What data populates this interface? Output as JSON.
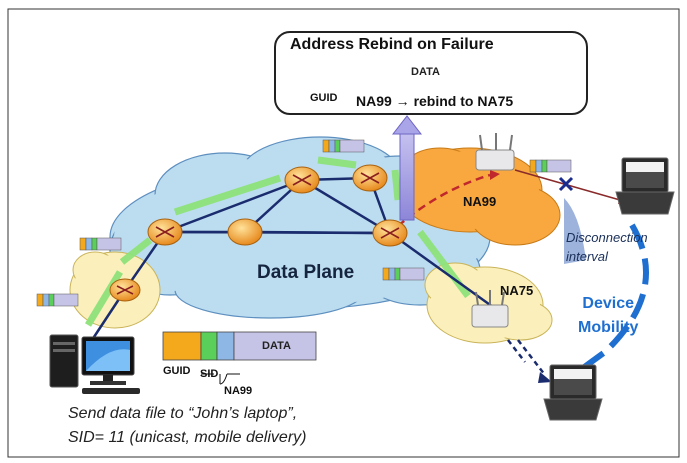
{
  "callout": {
    "title": "Address Rebind on Failure",
    "packet_data_label": "DATA",
    "guid_label": "GUID",
    "rebind_text": "NA99 → rebind to NA75"
  },
  "network": {
    "data_plane_label": "Data Plane",
    "na99_label": "NA99",
    "na75_label": "NA75"
  },
  "mobility": {
    "disconnection_line1": "Disconnection",
    "disconnection_line2": "interval",
    "device_mobility_line1": "Device",
    "device_mobility_line2": "Mobility"
  },
  "packet": {
    "data_label": "DATA",
    "guid_label": "GUID",
    "sid_label": "SID",
    "na99_label": "NA99"
  },
  "caption": {
    "line1": "Send data file to “John’s laptop”,",
    "line2": "SID= 11 (unicast, mobile delivery)"
  },
  "colors": {
    "guid": "#f4a81c",
    "segment_blue": "#8fb7e6",
    "segment_green": "#5ad05a",
    "data": "#c6c4e6",
    "cloud_blue": "#bcdcf0",
    "cloud_yellow": "#fbf0bb",
    "cloud_orange": "#f8a83e",
    "link": "#1a2c6e",
    "path_green": "#8ee27a",
    "mobility_blue": "#1f6fd0"
  }
}
